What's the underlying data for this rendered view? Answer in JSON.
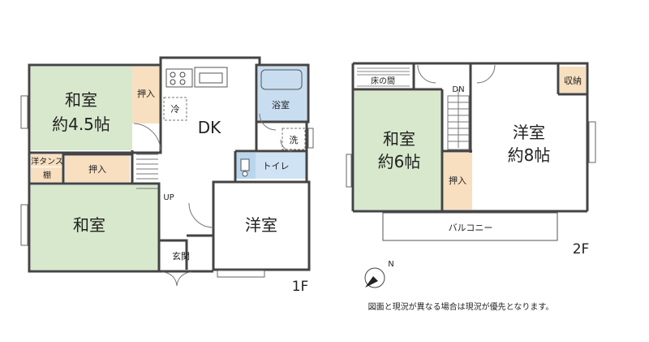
{
  "colors": {
    "tatami": "#d7e8cc",
    "closet": "#f7dfc0",
    "bath": "#c8ddf0",
    "toilet": "#cfe3f5",
    "wall": "#444444",
    "floor_bg": "#ffffff"
  },
  "floor1": {
    "label": "1F",
    "rooms": {
      "washitsu45": {
        "name": "和室",
        "size": "約4.5帖"
      },
      "oshiire_top": "押入",
      "dk": "DK",
      "fridge": "冷",
      "bath": "浴室",
      "wash": "洗",
      "yotansu": "洋タンス",
      "tana": "棚",
      "oshiire_mid": "押入",
      "toilet": "トイレ",
      "up": "UP",
      "washitsu": "和室",
      "yoshitsu": "洋室",
      "genkan": "玄関"
    }
  },
  "floor2": {
    "label": "2F",
    "rooms": {
      "tokonoma": "床の間",
      "dn": "DN",
      "washitsu6": {
        "name": "和室",
        "size": "約6帖"
      },
      "oshiire": "押入",
      "yoshitsu8": {
        "name": "洋室",
        "size": "約8帖"
      },
      "shuno": "収納",
      "balcony": "バルコニー"
    }
  },
  "compass": {
    "letter": "N",
    "icon": "compass-icon"
  },
  "note": "図面と現況が異なる場合は現況が優先となります。"
}
